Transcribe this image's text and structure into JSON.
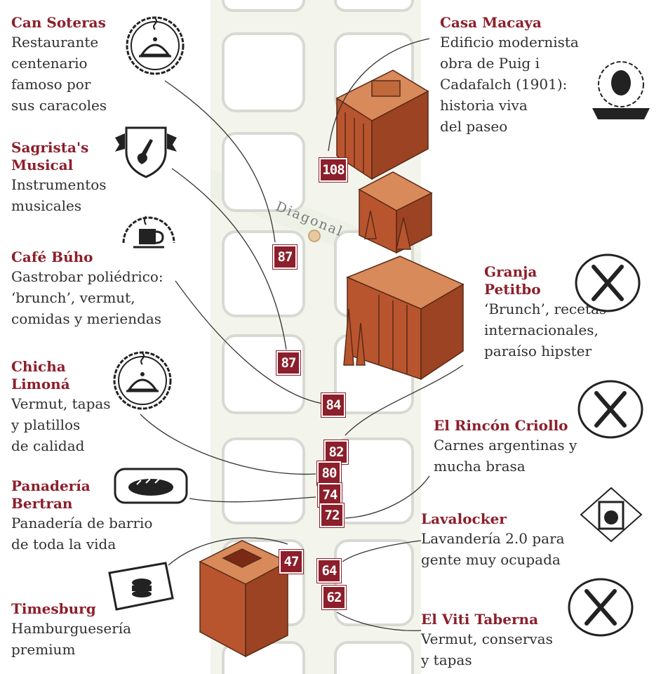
{
  "map": {
    "street_label": "Diagonal",
    "colors": {
      "accent": "#8c1f2b",
      "block": "#ffffff",
      "block_outline": "#d9d9d3",
      "street": "#eef1e6",
      "building": "#b8552e"
    }
  },
  "places": [
    {
      "id": "can-soteras",
      "title": "Can Soteras",
      "desc": [
        "Restaurante",
        "centenario",
        "famoso por",
        "sus caracoles"
      ],
      "icon": "dish-cloche-icon"
    },
    {
      "id": "sagristas-musical",
      "title": [
        "Sagrista's",
        "Musical"
      ],
      "desc": [
        "Instrumentos",
        "musicales"
      ],
      "icon": "guitar-shield-icon"
    },
    {
      "id": "cafe-buho",
      "title": "Café Búho",
      "desc": [
        "Gastrobar poliédrico:",
        "‘brunch’, vermut,",
        "comidas y meriendas"
      ],
      "icon": "coffee-cup-icon"
    },
    {
      "id": "chicha-limona",
      "title": [
        "Chicha",
        "Limoná"
      ],
      "desc": [
        "Vermut, tapas",
        "y platillos",
        "de calidad"
      ],
      "icon": "dish-cloche-icon"
    },
    {
      "id": "panaderia-bertran",
      "title": [
        "Panadería",
        "Bertran"
      ],
      "desc": [
        "Panadería de barrio",
        "de toda la vida"
      ],
      "icon": "bread-icon"
    },
    {
      "id": "timesburg",
      "title": "Timesburg",
      "desc": [
        "Hamburguesería",
        "premium"
      ],
      "icon": "burger-ticket-icon"
    },
    {
      "id": "casa-macaya",
      "title": "Casa Macaya",
      "desc": [
        "Edificio modernista",
        "obra de Puig i",
        "Cadafalch (1901):",
        "historia viva",
        "del paseo"
      ],
      "icon": "portrait-icon"
    },
    {
      "id": "granja-petitbo",
      "title": [
        "Granja",
        "Petitbo"
      ],
      "desc": [
        "‘Brunch’, recetas",
        "internacionales,",
        "paraíso hipster"
      ],
      "icon": "fork-knife-icon"
    },
    {
      "id": "el-rincon-criollo",
      "title": "El Rincón Criollo",
      "desc": [
        "Carnes argentinas y",
        "mucha brasa"
      ],
      "icon": "fork-knife-icon"
    },
    {
      "id": "lavalocker",
      "title": "Lavalocker",
      "desc": [
        "Lavandería 2.0 para",
        "gente muy ocupada"
      ],
      "icon": "washing-machine-icon"
    },
    {
      "id": "el-viti-taberna",
      "title": "El Viti Taberna",
      "desc": [
        "Vermut, conservas",
        "y tapas"
      ],
      "icon": "fork-knife-icon"
    }
  ],
  "numbers": [
    "108",
    "87",
    "87",
    "84",
    "82",
    "80",
    "74",
    "72",
    "47",
    "64",
    "62"
  ]
}
